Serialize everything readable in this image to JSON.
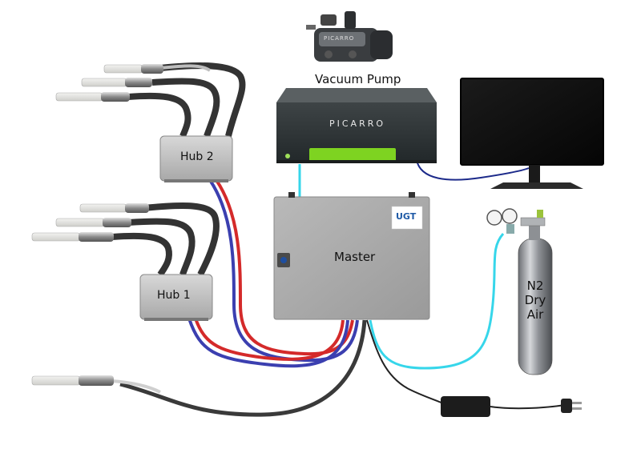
{
  "labels": {
    "vacuum_pump": "Vacuum Pump",
    "master": "Master",
    "hub2": "Hub 2",
    "hub1": "Hub 1",
    "gas_line1": "N2",
    "gas_line2": "Dry",
    "gas_line3": "Air"
  },
  "branding": {
    "analyzer_brand": "PICARRO",
    "pump_brand": "PICARRO",
    "master_logo": "UGT"
  },
  "colors": {
    "red_tube": "#d42a2a",
    "blue_tube": "#3b3fb0",
    "cyan_tube": "#36d6ea",
    "dark_tube": "#3a3a3a",
    "analyzer_green_strip": "#7ed321"
  },
  "icons": [
    "probe-icon",
    "pump-icon",
    "monitor-icon",
    "gas-cylinder-icon",
    "regulator-icon",
    "power-adapter-icon",
    "plug-icon"
  ]
}
